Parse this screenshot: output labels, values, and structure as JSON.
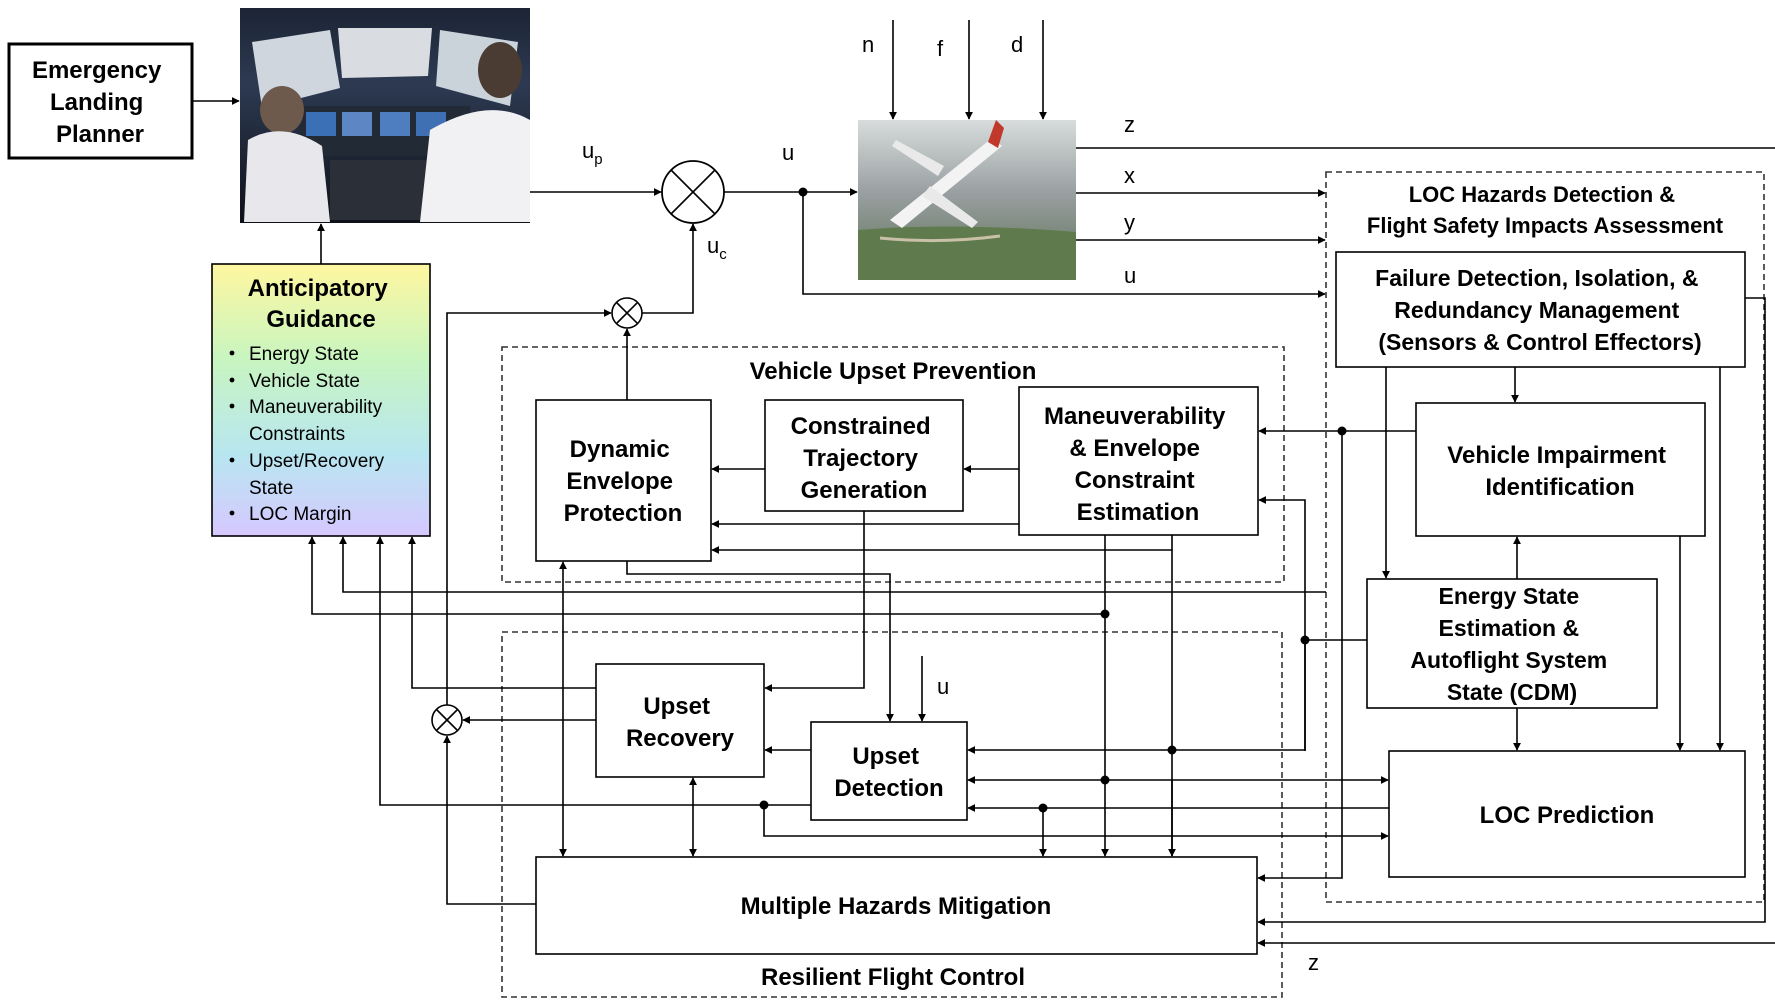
{
  "labels": {
    "emergency_planner": [
      "Emergency",
      "Landing",
      "Planner"
    ],
    "anticipatory_title": [
      "Anticipatory",
      "Guidance"
    ],
    "anticipatory_items": [
      [
        "Energy State"
      ],
      [
        "Vehicle State"
      ],
      [
        "Maneuverability",
        "Constraints"
      ],
      [
        "Upset/Recovery",
        "State"
      ],
      [
        "LOC Margin"
      ]
    ],
    "vup_title": "Vehicle Upset Prevention",
    "dynamic_envelope": [
      "Dynamic",
      "Envelope",
      "Protection"
    ],
    "constrained_trajectory": [
      "Constrained",
      "Trajectory",
      "Generation"
    ],
    "maneuverability_estimation": [
      "Maneuverability",
      "& Envelope",
      "Constraint",
      "Estimation"
    ],
    "rfc_title": "Resilient Flight Control",
    "upset_recovery": [
      "Upset",
      "Recovery"
    ],
    "upset_detection": [
      "Upset",
      "Detection"
    ],
    "multiple_hazards": "Multiple Hazards Mitigation",
    "loc_title": [
      "LOC Hazards Detection &",
      "Flight Safety Impacts Assessment"
    ],
    "fdi": [
      "Failure Detection, Isolation, &",
      "Redundancy Management",
      "(Sensors & Control Effectors)"
    ],
    "vehicle_impairment": [
      "Vehicle Impairment",
      "Identification"
    ],
    "energy_state": [
      "Energy State",
      "Estimation &",
      "Autoflight System",
      "State (CDM)"
    ],
    "loc_prediction": "LOC Prediction"
  },
  "signals": {
    "u_p": "u",
    "u_p_sub": "p",
    "u_c": "u",
    "u_c_sub": "c",
    "u": "u",
    "u_internal": "u",
    "n": "n",
    "f": "f",
    "d": "d",
    "z": "z",
    "x": "x",
    "y": "y",
    "u_out": "u",
    "z_bottom": "z"
  },
  "colors": {
    "anticipatory_gradient": [
      "#fff7a0",
      "#c8f5c0",
      "#b8e6f0",
      "#d6c8ff"
    ],
    "vup_fill": "#c8c3ff",
    "rfc_fill": "#cdeafc",
    "loc_gradient": [
      "#bde9f9",
      "#d5cff5",
      "#f6f6c4",
      "#bfe9f7"
    ]
  }
}
